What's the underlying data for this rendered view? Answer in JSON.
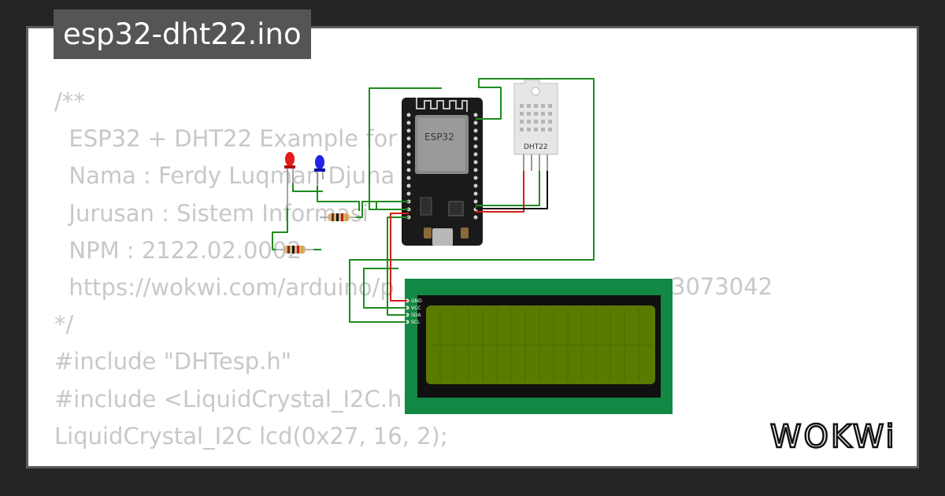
{
  "file_tab": {
    "title": "esp32-dht22.ino"
  },
  "code_lines": [
    "/**",
    "  ESP32 + DHT22 Example for",
    "  Nama : Ferdy Luqman Djuna",
    "  Jurusan : Sistem Informasi",
    "  NPM : 2122.02.0002",
    "  https://wokwi.com/arduino/p",
    "*/",
    "",
    "#include \"DHTesp.h\"",
    "#include <LiquidCrystal_I2C.h>",
    "LiquidCrystal_I2C lcd(0x27, 16, 2);"
  ],
  "url_tail": "3073042",
  "components": {
    "esp32_label": "ESP32",
    "dht22_label": "DHT22",
    "lcd_pins": [
      "GND",
      "VCC",
      "SDA",
      "SCL"
    ]
  },
  "logo_text": "WOKWi",
  "colors": {
    "background": "#242424",
    "card": "#ffffff",
    "tab": "#555555",
    "code_text": "#c8c8c8",
    "wire_green": "#1e8c1e",
    "wire_red": "#d81a1a",
    "wire_black": "#111111",
    "lcd_board": "#118844",
    "lcd_screen": "#5a7a00"
  }
}
